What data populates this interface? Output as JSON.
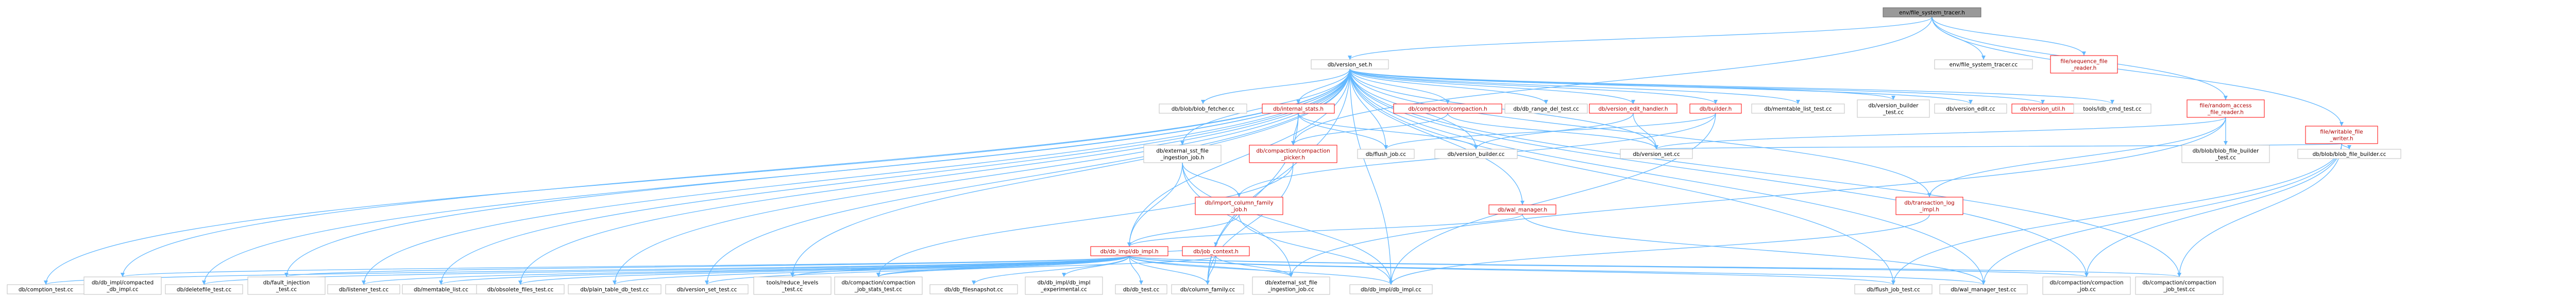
{
  "graph": {
    "colors": {
      "edge": "#63b8ff",
      "node_border": "#bfbfbf",
      "external_border": "#ff0000",
      "focus_fill": "#999999"
    },
    "nodes": [
      {
        "id": "env_fs_tracer_h",
        "label": "env/file_system_tracer.h",
        "kind": "focus"
      },
      {
        "id": "env_fs_tracer_cc",
        "label": "env/file_system_tracer.cc",
        "kind": "plain"
      },
      {
        "id": "file_seq_reader_h",
        "label": "file/sequence_file\n_reader.h",
        "kind": "external"
      },
      {
        "id": "db_version_set_h",
        "label": "db/version_set.h",
        "kind": "plain"
      },
      {
        "id": "file_writable_writer_h",
        "label": "file/writable_file\n_writer.h",
        "kind": "external"
      },
      {
        "id": "db_blob_fetcher",
        "label": "db/blob/blob_fetcher.cc",
        "kind": "plain"
      },
      {
        "id": "db_internal_stats_h",
        "label": "db/internal_stats.h",
        "kind": "external"
      },
      {
        "id": "db_compaction_h",
        "label": "db/compaction/compaction.h",
        "kind": "external"
      },
      {
        "id": "db_range_del",
        "label": "db/db_range_del_test.cc",
        "kind": "plain"
      },
      {
        "id": "db_version_edit_handler_h",
        "label": "db/version_edit_handler.h",
        "kind": "external"
      },
      {
        "id": "db_builder_h",
        "label": "db/builder.h",
        "kind": "external"
      },
      {
        "id": "db_memtable_list",
        "label": "db/memtable_list_test.cc",
        "kind": "plain"
      },
      {
        "id": "db_version_builder_test",
        "label": "db/version_builder\n_test.cc",
        "kind": "plain"
      },
      {
        "id": "db_version_edit",
        "label": "db/version_edit.cc",
        "kind": "plain"
      },
      {
        "id": "db_version_util_h",
        "label": "db/version_util.h",
        "kind": "external"
      },
      {
        "id": "tools_ldb_cmd",
        "label": "tools/ldb_cmd_test.cc",
        "kind": "plain"
      },
      {
        "id": "file_random_access_h",
        "label": "file/random_access\n_file_reader.h",
        "kind": "external"
      },
      {
        "id": "db_compaction_picker_h",
        "label": "db/compaction/compaction\n_picker.h",
        "kind": "external"
      },
      {
        "id": "db_flush_job",
        "label": "db/flush_job.cc",
        "kind": "plain"
      },
      {
        "id": "db_version_builder",
        "label": "db/version_builder.cc",
        "kind": "plain"
      },
      {
        "id": "db_version_set_cc",
        "label": "db/version_set.cc",
        "kind": "plain"
      },
      {
        "id": "db_blob_file_builder_test",
        "label": "db/blob/blob_file_builder\n_test.cc",
        "kind": "plain"
      },
      {
        "id": "db_blob_file_builder",
        "label": "db/blob/blob_file_builder.cc",
        "kind": "plain"
      },
      {
        "id": "db_external_sst_h",
        "label": "db/external_sst_file\n_ingestion_job.h",
        "kind": "plain"
      },
      {
        "id": "db_import_column_family_h",
        "label": "db/import_column_family\n_job.h",
        "kind": "external"
      },
      {
        "id": "db_wal_manager_h",
        "label": "db/wal_manager.h",
        "kind": "external"
      },
      {
        "id": "db_transaction_log_h",
        "label": "db/transaction_log\n_impl.h",
        "kind": "external"
      },
      {
        "id": "db_impl_h",
        "label": "db/db_impl/db_impl.h",
        "kind": "external"
      },
      {
        "id": "db_job_context_h",
        "label": "db/job_context.h",
        "kind": "external"
      },
      {
        "id": "db_compaction_test",
        "label": "db/comption_test.cc",
        "kind": "plain"
      },
      {
        "id": "db_impl_compacted",
        "label": "db/db_impl/compacted\n_db_impl.cc",
        "kind": "plain"
      },
      {
        "id": "db_deletefile_test",
        "label": "db/deletefile_test.cc",
        "kind": "plain"
      },
      {
        "id": "db_fault_injection",
        "label": "db/fault_injection\n_test.cc",
        "kind": "plain"
      },
      {
        "id": "db_listener_test",
        "label": "db/listener_test.cc",
        "kind": "plain"
      },
      {
        "id": "db_memtable_list_cc",
        "label": "db/memtable_list.cc",
        "kind": "plain"
      },
      {
        "id": "db_obsolete_files",
        "label": "db/obsolete_files_test.cc",
        "kind": "plain"
      },
      {
        "id": "db_plain_table_db",
        "label": "db/plain_table_db_test.cc",
        "kind": "plain"
      },
      {
        "id": "db_version_set_test",
        "label": "db/version_set_test.cc",
        "kind": "plain"
      },
      {
        "id": "tools_reduce_levels",
        "label": "tools/reduce_levels\n_test.cc",
        "kind": "plain"
      },
      {
        "id": "db_compaction_job_stats",
        "label": "db/compaction/compaction\n_job_stats_test.cc",
        "kind": "plain"
      },
      {
        "id": "db_db_filesnapshot",
        "label": "db/db_filesnapshot.cc",
        "kind": "plain"
      },
      {
        "id": "db_impl_experimental",
        "label": "db/db_impl/db_impl\n_experimental.cc",
        "kind": "plain"
      },
      {
        "id": "db_db_test",
        "label": "db/db_test.cc",
        "kind": "plain"
      },
      {
        "id": "db_column_family",
        "label": "db/column_family.cc",
        "kind": "plain"
      },
      {
        "id": "db_external_sst_cc",
        "label": "db/external_sst_file\n_ingestion_job.cc",
        "kind": "plain"
      },
      {
        "id": "db_impl_cc",
        "label": "db/db_impl/db_impl.cc",
        "kind": "plain"
      },
      {
        "id": "db_flush_job_test",
        "label": "db/flush_job_test.cc",
        "kind": "plain"
      },
      {
        "id": "db_wal_manager_test",
        "label": "db/wal_manager_test.cc",
        "kind": "plain"
      },
      {
        "id": "db_compaction_job",
        "label": "db/compaction/compaction\n_job.cc",
        "kind": "plain"
      },
      {
        "id": "db_compaction_job_test",
        "label": "db/compaction/compaction\n_job_test.cc",
        "kind": "plain"
      }
    ],
    "edges": [
      [
        "env_fs_tracer_h",
        "env_fs_tracer_cc"
      ],
      [
        "env_fs_tracer_h",
        "file_seq_reader_h"
      ],
      [
        "env_fs_tracer_h",
        "db_version_set_h"
      ],
      [
        "env_fs_tracer_h",
        "file_writable_writer_h"
      ],
      [
        "env_fs_tracer_h",
        "file_random_access_h"
      ],
      [
        "env_fs_tracer_h",
        "db_compaction_picker_h"
      ],
      [
        "db_version_set_h",
        "db_blob_fetcher"
      ],
      [
        "db_version_set_h",
        "db_internal_stats_h"
      ],
      [
        "db_version_set_h",
        "db_compaction_h"
      ],
      [
        "db_version_set_h",
        "db_range_del"
      ],
      [
        "db_version_set_h",
        "db_version_edit_handler_h"
      ],
      [
        "db_version_set_h",
        "db_builder_h"
      ],
      [
        "db_version_set_h",
        "db_memtable_list"
      ],
      [
        "db_version_set_h",
        "db_version_builder_test"
      ],
      [
        "db_version_set_h",
        "db_version_edit"
      ],
      [
        "db_version_set_h",
        "db_version_util_h"
      ],
      [
        "db_version_set_h",
        "tools_ldb_cmd"
      ],
      [
        "db_version_set_h",
        "db_external_sst_h"
      ],
      [
        "db_version_set_h",
        "db_compaction_test"
      ],
      [
        "db_version_set_h",
        "db_impl_compacted"
      ],
      [
        "db_version_set_h",
        "db_deletefile_test"
      ],
      [
        "db_version_set_h",
        "db_fault_injection"
      ],
      [
        "db_version_set_h",
        "db_listener_test"
      ],
      [
        "db_version_set_h",
        "db_memtable_list_cc"
      ],
      [
        "db_version_set_h",
        "db_obsolete_files"
      ],
      [
        "db_version_set_h",
        "db_plain_table_db"
      ],
      [
        "db_version_set_h",
        "db_version_set_test"
      ],
      [
        "db_version_set_h",
        "tools_reduce_levels"
      ],
      [
        "db_version_set_h",
        "db_impl_h"
      ],
      [
        "db_version_set_h",
        "db_flush_job"
      ],
      [
        "db_version_set_h",
        "db_version_builder"
      ],
      [
        "db_version_set_h",
        "db_version_set_cc"
      ],
      [
        "db_version_set_h",
        "db_transaction_log_h"
      ],
      [
        "db_version_set_h",
        "db_wal_manager_h"
      ],
      [
        "db_version_set_h",
        "db_flush_job_test"
      ],
      [
        "db_version_set_h",
        "db_wal_manager_test"
      ],
      [
        "db_version_set_h",
        "db_compaction_job"
      ],
      [
        "db_version_set_h",
        "db_compaction_job_test"
      ],
      [
        "db_version_set_h",
        "db_column_family"
      ],
      [
        "db_version_set_h",
        "db_impl_cc"
      ],
      [
        "db_internal_stats_h",
        "db_flush_job"
      ],
      [
        "db_internal_stats_h",
        "db_version_builder"
      ],
      [
        "db_internal_stats_h",
        "db_compaction_picker_h"
      ],
      [
        "db_internal_stats_h",
        "db_column_family"
      ],
      [
        "db_compaction_h",
        "db_compaction_picker_h"
      ],
      [
        "db_compaction_h",
        "db_version_set_cc"
      ],
      [
        "db_version_edit_handler_h",
        "db_version_builder"
      ],
      [
        "db_version_edit_handler_h",
        "db_version_set_cc"
      ],
      [
        "db_builder_h",
        "db_flush_job"
      ],
      [
        "db_builder_h",
        "db_impl_cc"
      ],
      [
        "db_builder_h",
        "db_import_column_family_h"
      ],
      [
        "file_writable_writer_h",
        "db_blob_file_builder"
      ],
      [
        "file_writable_writer_h",
        "db_version_set_cc"
      ],
      [
        "file_writable_writer_h",
        "db_flush_job_test"
      ],
      [
        "file_writable_writer_h",
        "db_wal_manager_test"
      ],
      [
        "file_writable_writer_h",
        "db_compaction_job"
      ],
      [
        "file_writable_writer_h",
        "db_compaction_job_test"
      ],
      [
        "file_random_access_h",
        "db_version_set_cc"
      ],
      [
        "file_random_access_h",
        "db_blob_file_builder_test"
      ],
      [
        "file_random_access_h",
        "db_transaction_log_h"
      ],
      [
        "file_random_access_h",
        "db_external_sst_cc"
      ],
      [
        "db_compaction_picker_h",
        "db_compaction_job_stats"
      ],
      [
        "db_compaction_picker_h",
        "db_column_family"
      ],
      [
        "db_external_sst_h",
        "db_import_column_family_h"
      ],
      [
        "db_external_sst_h",
        "db_impl_h"
      ],
      [
        "db_external_sst_h",
        "db_external_sst_cc"
      ],
      [
        "db_external_sst_h",
        "db_impl_cc"
      ],
      [
        "db_import_column_family_h",
        "db_impl_h"
      ],
      [
        "db_import_column_family_h",
        "db_impl_cc"
      ],
      [
        "db_wal_manager_h",
        "db_impl_h"
      ],
      [
        "db_wal_manager_h",
        "db_wal_manager_test"
      ],
      [
        "db_transaction_log_h",
        "db_impl_cc"
      ],
      [
        "db_job_context_h",
        "db_compaction_job_stats"
      ],
      [
        "db_job_context_h",
        "db_column_family"
      ],
      [
        "db_job_context_h",
        "db_external_sst_cc"
      ],
      [
        "db_impl_h",
        "db_job_context_h"
      ],
      [
        "db_impl_h",
        "db_compaction_test"
      ],
      [
        "db_impl_h",
        "db_impl_compacted"
      ],
      [
        "db_impl_h",
        "db_deletefile_test"
      ],
      [
        "db_impl_h",
        "db_fault_injection"
      ],
      [
        "db_impl_h",
        "db_listener_test"
      ],
      [
        "db_impl_h",
        "db_memtable_list_cc"
      ],
      [
        "db_impl_h",
        "db_obsolete_files"
      ],
      [
        "db_impl_h",
        "db_plain_table_db"
      ],
      [
        "db_impl_h",
        "db_version_set_test"
      ],
      [
        "db_impl_h",
        "tools_reduce_levels"
      ],
      [
        "db_impl_h",
        "db_compaction_job_stats"
      ],
      [
        "db_impl_h",
        "db_db_filesnapshot"
      ],
      [
        "db_impl_h",
        "db_impl_experimental"
      ],
      [
        "db_impl_h",
        "db_db_test"
      ],
      [
        "db_impl_h",
        "db_column_family"
      ],
      [
        "db_impl_h",
        "db_external_sst_cc"
      ],
      [
        "db_impl_h",
        "db_impl_cc"
      ],
      [
        "db_impl_h",
        "db_flush_job_test"
      ],
      [
        "db_impl_h",
        "db_wal_manager_test"
      ],
      [
        "db_impl_h",
        "db_compaction_job"
      ],
      [
        "db_impl_h",
        "db_compaction_job_test"
      ]
    ]
  }
}
